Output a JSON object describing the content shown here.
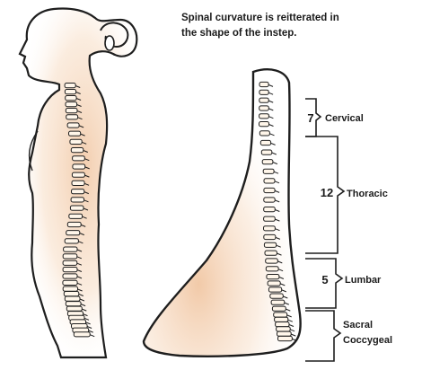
{
  "caption": {
    "line1": "Spinal curvature is reitterated in",
    "line2": "the shape of the instep."
  },
  "segments": [
    {
      "count": "7",
      "label": "Cervical"
    },
    {
      "count": "12",
      "label": "Thoracic"
    },
    {
      "count": "5",
      "label": "Lumbar"
    },
    {
      "count": "",
      "label": "Sacral"
    },
    {
      "count": "",
      "label": "Coccygeal"
    }
  ],
  "colors": {
    "outline": "#1e1e1e",
    "skin_tint": "#e9a66e",
    "bone_fill": "#fff6ea"
  }
}
